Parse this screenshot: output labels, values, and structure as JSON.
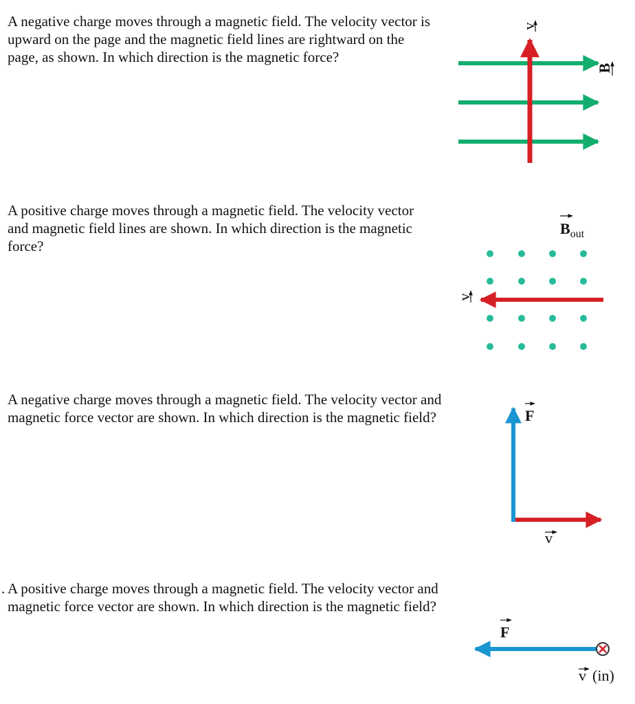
{
  "questions": [
    {
      "text": "A negative charge moves through a magnetic field. The velocity vector is upward on the page and the magnetic field lines are rightward on the page, as shown. In which direction is the magnetic force?"
    },
    {
      "text": "A positive charge moves through a magnetic field. The velocity vector and magnetic field lines are shown. In which direction is the magnetic force?"
    },
    {
      "text": "A negative charge moves through a magnetic field. The velocity vector and magnetic force vector are shown. In which direction is the magnetic field?"
    },
    {
      "lead": ".",
      "text": "A positive charge moves through a magnetic field. The velocity vector and magnetic force vector are shown. In which direction is the magnetic field?"
    }
  ],
  "figures": {
    "fig1": {
      "v_label": "v",
      "b_label": "B"
    },
    "fig2": {
      "v_label": "v",
      "b_label": "B",
      "b_sub": "out"
    },
    "fig3": {
      "v_label": "v",
      "f_label": "F"
    },
    "fig4": {
      "v_label": "v",
      "v_suffix": "(in)",
      "f_label": "F"
    }
  },
  "colors": {
    "field_green": "#13ae6e",
    "velocity_red": "#d62026",
    "force_blue": "#1a95d1",
    "dot_teal": "#27bb9a"
  }
}
